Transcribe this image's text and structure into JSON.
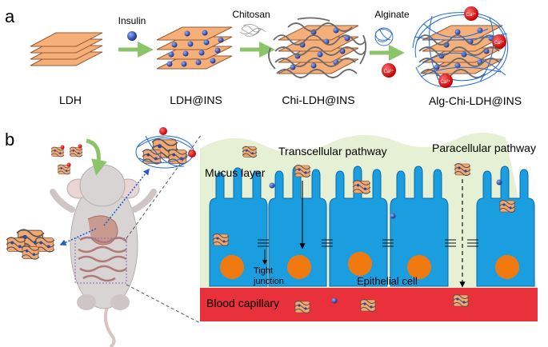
{
  "panel_a": {
    "letter": "a",
    "steps": [
      {
        "label": "LDH"
      },
      {
        "label": "LDH@INS",
        "reagent": "Insulin"
      },
      {
        "label": "Chi-LDH@INS",
        "reagent": "Chitosan"
      },
      {
        "label": "Alg-Chi-LDH@INS",
        "reagent": "Alginate"
      }
    ],
    "ion_label": "Ca²⁺"
  },
  "panel_b": {
    "letter": "b",
    "labels": {
      "transcellular": "Transcellular pathway",
      "paracellular": "Paracellular pathway",
      "mucus": "Mucus layer",
      "tight_junction_1": "Tight",
      "tight_junction_2": "junction",
      "epithelial": "Epithelial cell",
      "blood": "Blood capillary"
    }
  },
  "colors": {
    "ldh": "#f5b07a",
    "arrow": "#8cc46a",
    "cell": "#1a9ee0",
    "nucleus": "#f07a10",
    "mucus": "#e6f0d4",
    "blood": "#e8313a",
    "calcium": "#e01010",
    "insulin": "#2a46a8"
  }
}
